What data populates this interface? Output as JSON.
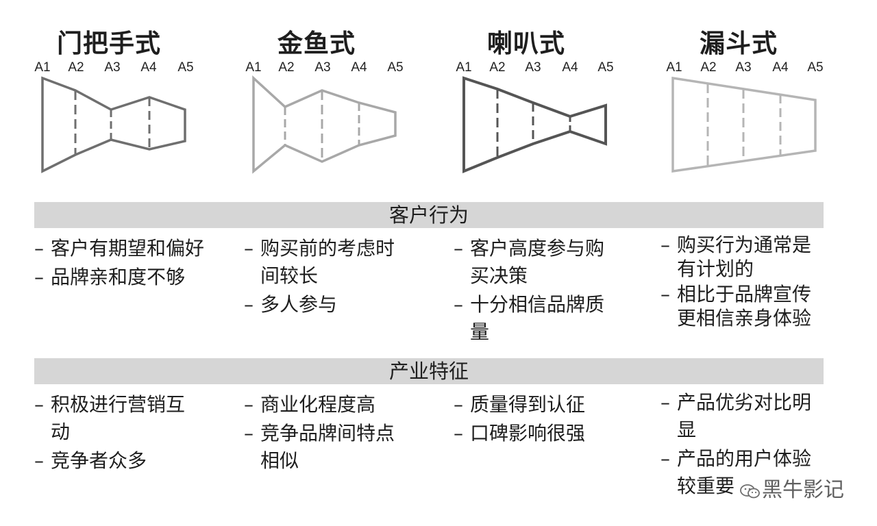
{
  "columns": [
    {
      "title": "门把手式",
      "stages": [
        "A1",
        "A2",
        "A3",
        "A4",
        "A5"
      ],
      "behavior": [
        "客户有期望和偏好",
        "品牌亲和度不够"
      ],
      "industry": [
        "积极进行营销互动",
        "竞争者众多"
      ]
    },
    {
      "title": "金鱼式",
      "stages": [
        "A1",
        "A2",
        "A3",
        "A4",
        "A5"
      ],
      "behavior": [
        "购买前的考虑时间较长",
        "多人参与"
      ],
      "industry": [
        "商业化程度高",
        "竞争品牌间特点相似"
      ]
    },
    {
      "title": "喇叭式",
      "stages": [
        "A1",
        "A2",
        "A3",
        "A4",
        "A5"
      ],
      "behavior": [
        "客户高度参与购买决策",
        "十分相信品牌质量"
      ],
      "industry": [
        "质量得到认征",
        "口碑影响很强"
      ]
    },
    {
      "title": "漏斗式",
      "stages": [
        "A1",
        "A2",
        "A3",
        "A4",
        "A5"
      ],
      "behavior": [
        "购买行为通常是有计划的",
        "相比于品牌宣传更相信亲身体验"
      ],
      "industry": [
        "产品优劣对比明显",
        "产品的用户体验较重要"
      ]
    }
  ],
  "bands": {
    "behavior": "客户行为",
    "industry": "产业特征"
  },
  "watermark": "黑牛影记",
  "colors": {
    "doorknob": "#6f6f6f",
    "goldfish": "#a8a8a8",
    "trumpet": "#555555",
    "funnel": "#b5b5b5",
    "band": "#d6d6d6"
  }
}
